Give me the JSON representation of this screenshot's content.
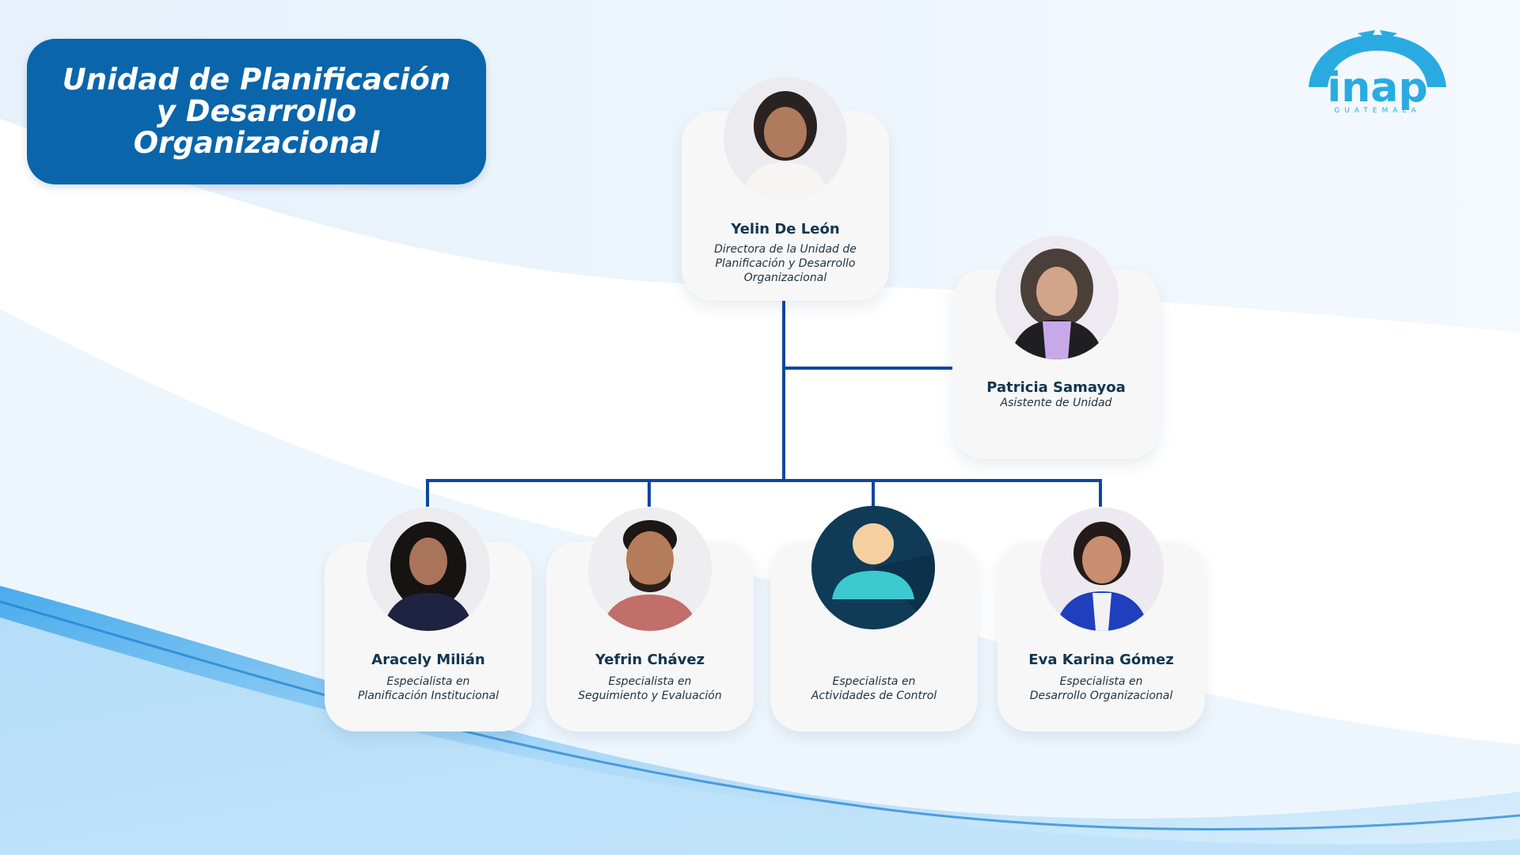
{
  "title": {
    "line1": "Unidad de Planificación",
    "line2": "y Desarrollo",
    "line3": "Organizacional"
  },
  "logo": {
    "text": "inap",
    "subtext": "GUATEMALA"
  },
  "colors": {
    "title_bg": "#0a65ab",
    "connector": "#0d47a1",
    "card_bg": "#f7f7f8",
    "name_text": "#12354f",
    "logo": "#29abe2",
    "placeholder_avatar_bg": "#0f3b57",
    "placeholder_avatar_head": "#f5cfa0",
    "placeholder_avatar_body": "#3cc9cf"
  },
  "org": {
    "director": {
      "name": "Yelin De León",
      "role_lines": [
        "Directora de la Unidad de",
        "Planificación y Desarrollo",
        "Organizacional"
      ],
      "avatar": "photo-woman-icon"
    },
    "assistant": {
      "name": "Patricia Samayoa",
      "role_lines": [
        "Asistente de Unidad"
      ],
      "avatar": "photo-woman-icon"
    },
    "specialists": [
      {
        "name": "Aracely Milián",
        "role_lines": [
          "Especialista en",
          "Planificación Institucional"
        ],
        "avatar": "photo-woman-icon"
      },
      {
        "name": "Yefrin Chávez",
        "role_lines": [
          "Especialista en",
          "Seguimiento y Evaluación"
        ],
        "avatar": "photo-man-icon"
      },
      {
        "name": "",
        "role_lines": [
          "Especialista en",
          "Actividades de Control"
        ],
        "avatar": "placeholder-user-icon"
      },
      {
        "name": "Eva Karina Gómez",
        "role_lines": [
          "Especialista en",
          "Desarrollo Organizacional"
        ],
        "avatar": "photo-woman-icon"
      }
    ]
  }
}
